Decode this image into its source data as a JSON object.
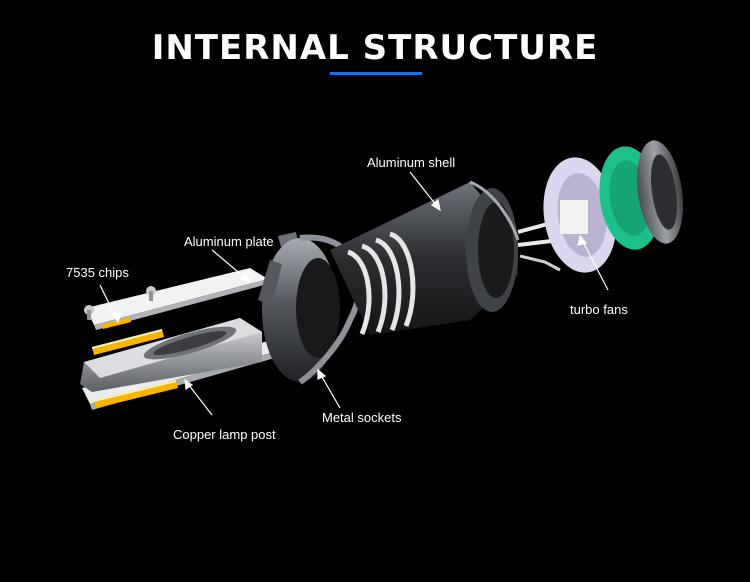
{
  "title": "INTERNAL STRUCTURE",
  "colors": {
    "background": "#000000",
    "accent_underline": "#1e6fe0",
    "chip_yellow": "#f7b500",
    "fan_green": "#1bc08a",
    "fan_lavender": "#dcd6ee",
    "plate_white": "#f2f2f2",
    "body_dark": "#2b2d30"
  },
  "labels": {
    "chips": "7535 chips",
    "plate": "Aluminum plate",
    "shell": "Aluminum shell",
    "fans": "turbo fans",
    "sockets": "Metal sockets",
    "post": "Copper lamp post"
  }
}
